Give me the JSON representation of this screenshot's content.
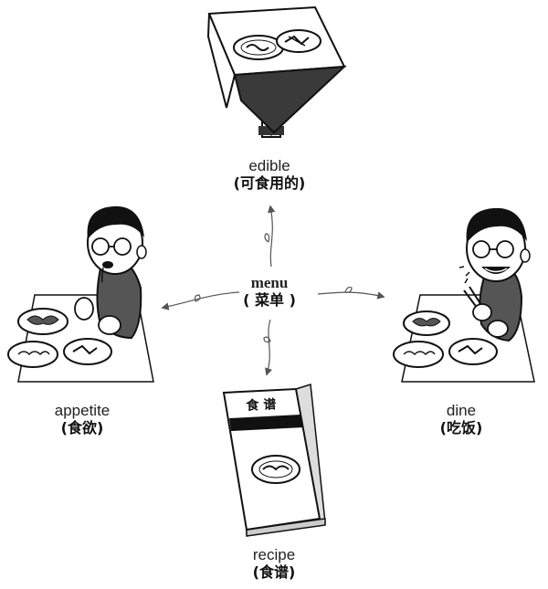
{
  "center": {
    "word": "menu",
    "meaning": "( 菜单 )"
  },
  "top": {
    "word": "edible",
    "meaning": "(可食用的)"
  },
  "left": {
    "word": "appetite",
    "meaning": "(食欲)"
  },
  "right": {
    "word": "dine",
    "meaning": "(吃饭)"
  },
  "bottom": {
    "word": "recipe",
    "meaning": "(食谱)"
  },
  "recipe_book": {
    "cover_title": "食 谱"
  },
  "colors": {
    "ink": "#111111",
    "paper": "#ffffff",
    "shade": "#3a3a3a"
  }
}
